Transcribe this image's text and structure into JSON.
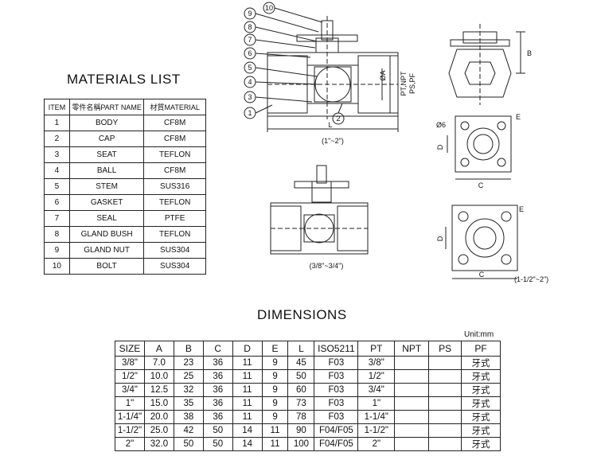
{
  "materials": {
    "title": "MATERIALS LIST",
    "headers": [
      "ITEM",
      "零件名稱PART NAME",
      "材質MATERIAL"
    ],
    "rows": [
      [
        "1",
        "BODY",
        "CF8M"
      ],
      [
        "2",
        "CAP",
        "CF8M"
      ],
      [
        "3",
        "SEAT",
        "TEFLON"
      ],
      [
        "4",
        "BALL",
        "CF8M"
      ],
      [
        "5",
        "STEM",
        "SUS316"
      ],
      [
        "6",
        "GASKET",
        "TEFLON"
      ],
      [
        "7",
        "SEAL",
        "PTFE"
      ],
      [
        "8",
        "GLAND BUSH",
        "TEFLON"
      ],
      [
        "9",
        "GLAND NUT",
        "SUS304"
      ],
      [
        "10",
        "BOLT",
        "SUS304"
      ]
    ]
  },
  "dimensions": {
    "title": "DIMENSIONS",
    "unit": "Unit:mm",
    "headers": [
      "SIZE",
      "A",
      "B",
      "C",
      "D",
      "E",
      "L",
      "ISO5211",
      "PT",
      "NPT",
      "PS",
      "PF"
    ],
    "rows": [
      [
        "3/8\"",
        "7.0",
        "23",
        "36",
        "11",
        "9",
        "45",
        "F03",
        "3/8\"",
        "",
        "",
        "牙式"
      ],
      [
        "1/2\"",
        "10.0",
        "25",
        "36",
        "11",
        "9",
        "50",
        "F03",
        "1/2\"",
        "",
        "",
        "牙式"
      ],
      [
        "3/4\"",
        "12.5",
        "32",
        "36",
        "11",
        "9",
        "60",
        "F03",
        "3/4\"",
        "",
        "",
        "牙式"
      ],
      [
        "1\"",
        "15.0",
        "35",
        "36",
        "11",
        "9",
        "73",
        "F03",
        "1\"",
        "",
        "",
        "牙式"
      ],
      [
        "1-1/4\"",
        "20.0",
        "38",
        "36",
        "11",
        "9",
        "78",
        "F03",
        "1-1/4\"",
        "",
        "",
        "牙式"
      ],
      [
        "1-1/2\"",
        "25.0",
        "42",
        "50",
        "14",
        "11",
        "90",
        "F04/F05",
        "1-1/2\"",
        "",
        "",
        "牙式"
      ],
      [
        "2\"",
        "32.0",
        "50",
        "50",
        "14",
        "11",
        "100",
        "F04/F05",
        "2\"",
        "",
        "",
        "牙式"
      ]
    ]
  },
  "drawing": {
    "callouts": [
      "10",
      "9",
      "8",
      "7",
      "6",
      "5",
      "4",
      "3",
      "1",
      "2"
    ],
    "dim_L": "L",
    "dim_A": "ØA",
    "thread_label_1": "PT,NPT",
    "thread_label_2": "PS,PF",
    "range_large": "(1\"~2\")",
    "range_small": "(3/8\"~3/4\")",
    "range_flange": "(1-1/2\"~2\")",
    "dim_B": "B",
    "dim_C": "C",
    "dim_D": "D",
    "dim_E": "E",
    "dim_phi6": "Ø6"
  }
}
